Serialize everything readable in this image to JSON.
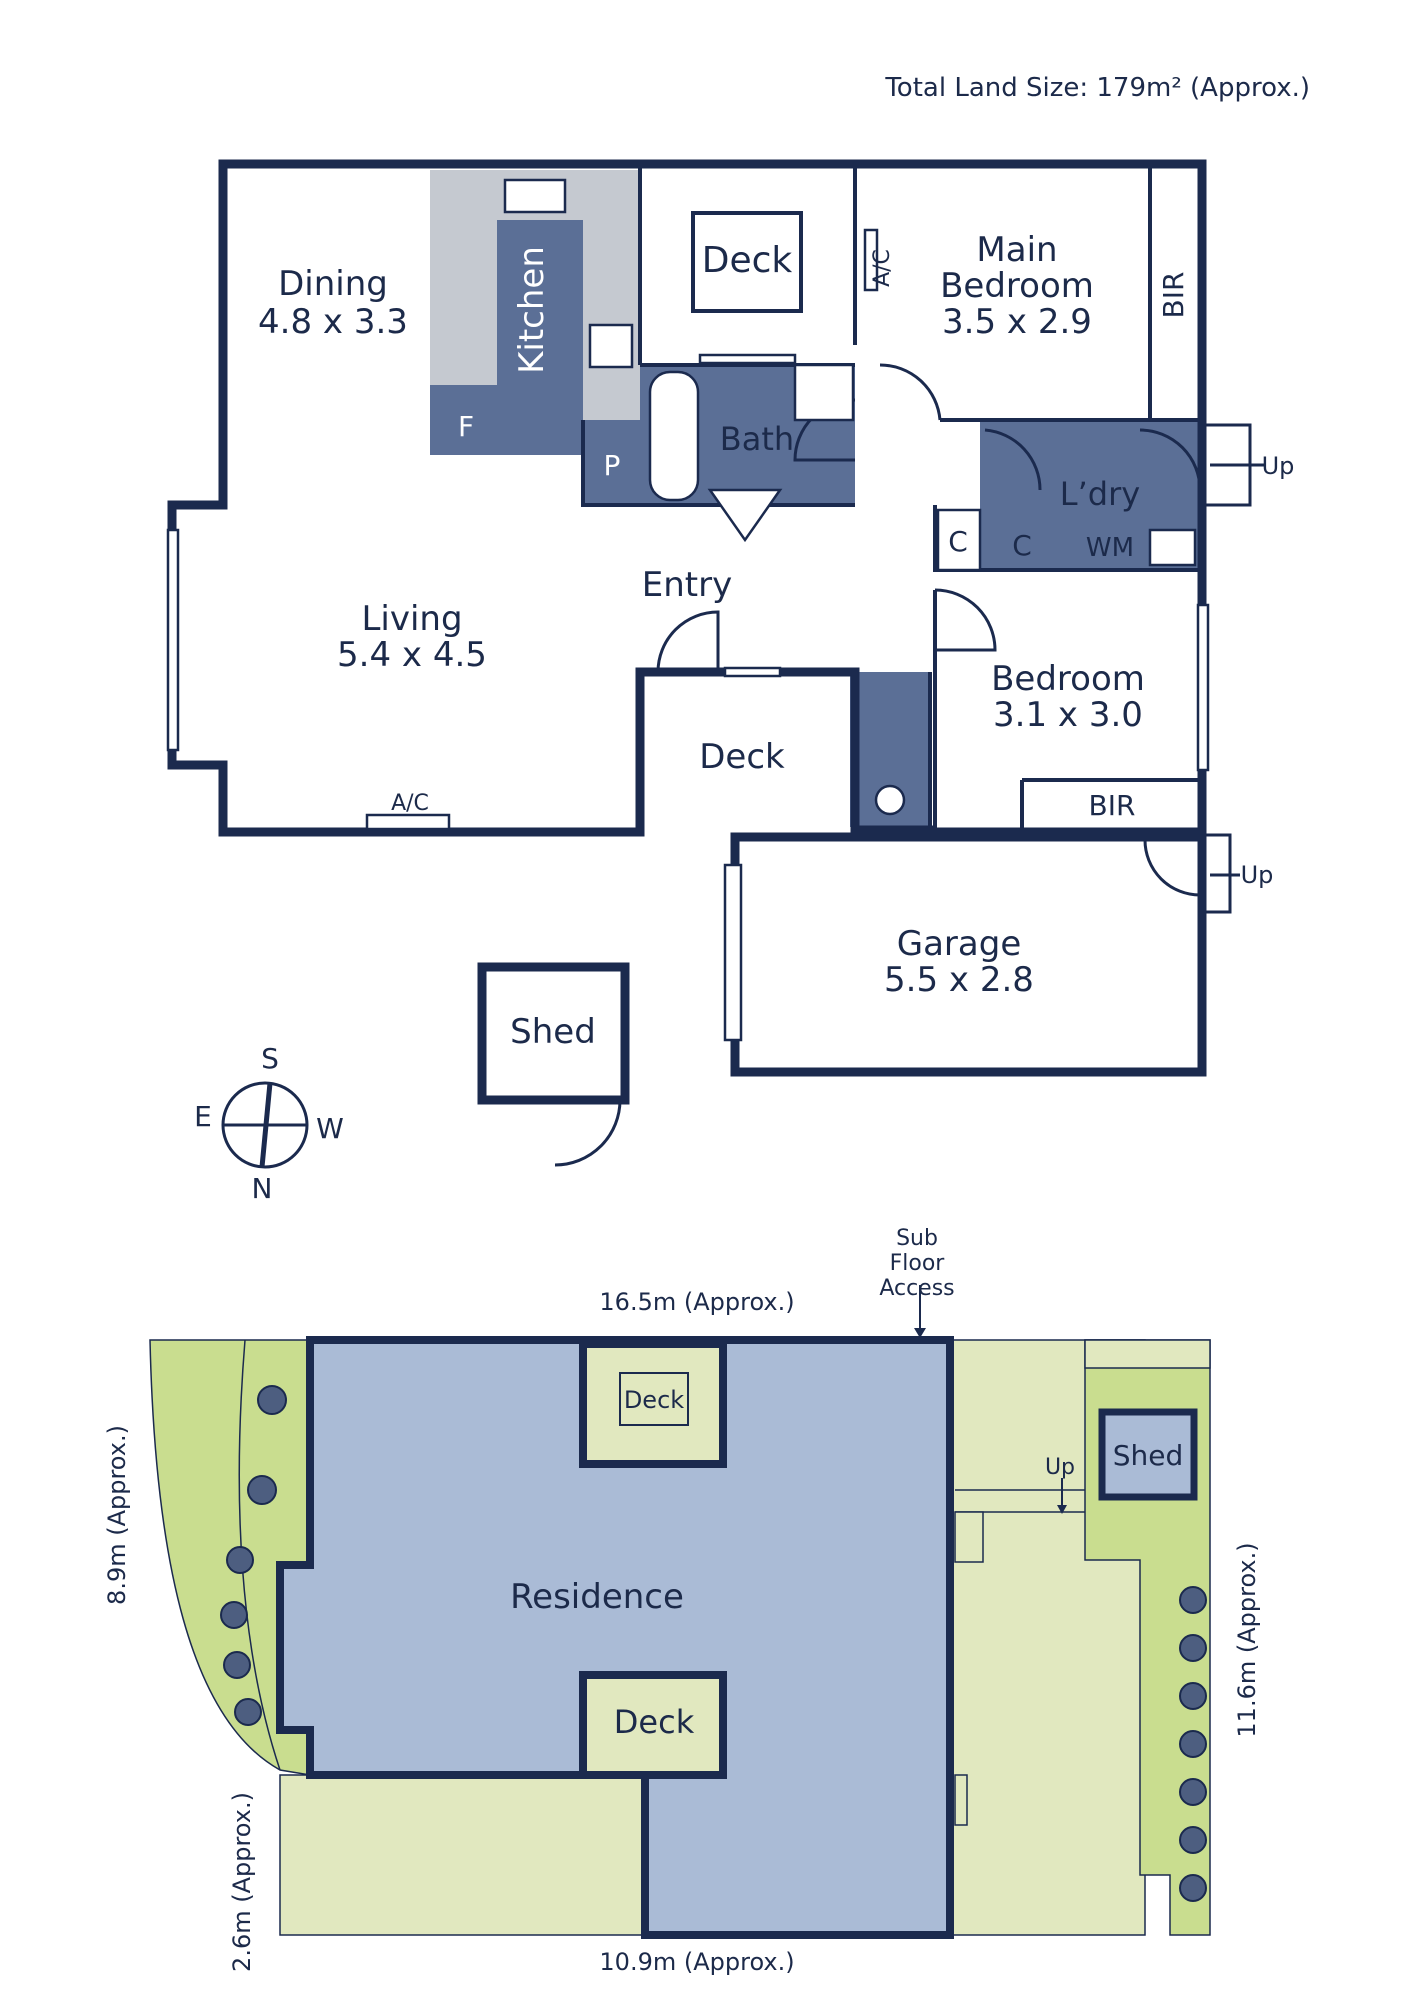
{
  "header": {
    "land_size": "Total Land Size: 179m²  (Approx.)"
  },
  "floorplan": {
    "rooms": {
      "dining": {
        "name": "Dining",
        "size": "4.8 x 3.3"
      },
      "kitchen": {
        "name": "Kitchen"
      },
      "deck_north": {
        "name": "Deck"
      },
      "main_bedroom": {
        "name1": "Main",
        "name2": "Bedroom",
        "size": "3.5 x 2.9"
      },
      "bir_main": {
        "name": "BIR"
      },
      "ac_top": {
        "name": "A/C"
      },
      "bath": {
        "name": "Bath"
      },
      "fridge": {
        "name": "F"
      },
      "pantry": {
        "name": "P"
      },
      "laundry": {
        "name": "L’dry"
      },
      "cupboard1": {
        "name": "C"
      },
      "cupboard2": {
        "name": "C"
      },
      "wm": {
        "name": "WM"
      },
      "up_laundry": {
        "name": "Up"
      },
      "entry": {
        "name": "Entry"
      },
      "living": {
        "name": "Living",
        "size": "5.4 x 4.5"
      },
      "ac_living": {
        "name": "A/C"
      },
      "deck_entry": {
        "name": "Deck"
      },
      "bedroom": {
        "name": "Bedroom",
        "size": "3.1 x 3.0"
      },
      "bir_bed": {
        "name": "BIR"
      },
      "garage": {
        "name": "Garage",
        "size": "5.5 x 2.8"
      },
      "up_garage": {
        "name": "Up"
      },
      "shed": {
        "name": "Shed"
      }
    },
    "compass": {
      "n": "N",
      "s": "S",
      "e": "E",
      "w": "W"
    }
  },
  "siteplan": {
    "top_dim": "16.5m (Approx.)",
    "bottom_dim": "10.9m (Approx.)",
    "left_dim": "8.9m (Approx.)",
    "left_bottom_dim": "2.6m (Approx.)",
    "right_dim": "11.6m (Approx.)",
    "subfloor1": "Sub",
    "subfloor2": "Floor",
    "subfloor3": "Access",
    "residence": "Residence",
    "deck_top": "Deck",
    "deck_bottom": "Deck",
    "shed": "Shed",
    "up": "Up"
  },
  "colors": {
    "wall": "#1b2a4e",
    "dark_fill": "#5b6f96",
    "residence": "#aabbd6",
    "lawn": "#c9dd8f",
    "paving": "#e1e8bf"
  }
}
